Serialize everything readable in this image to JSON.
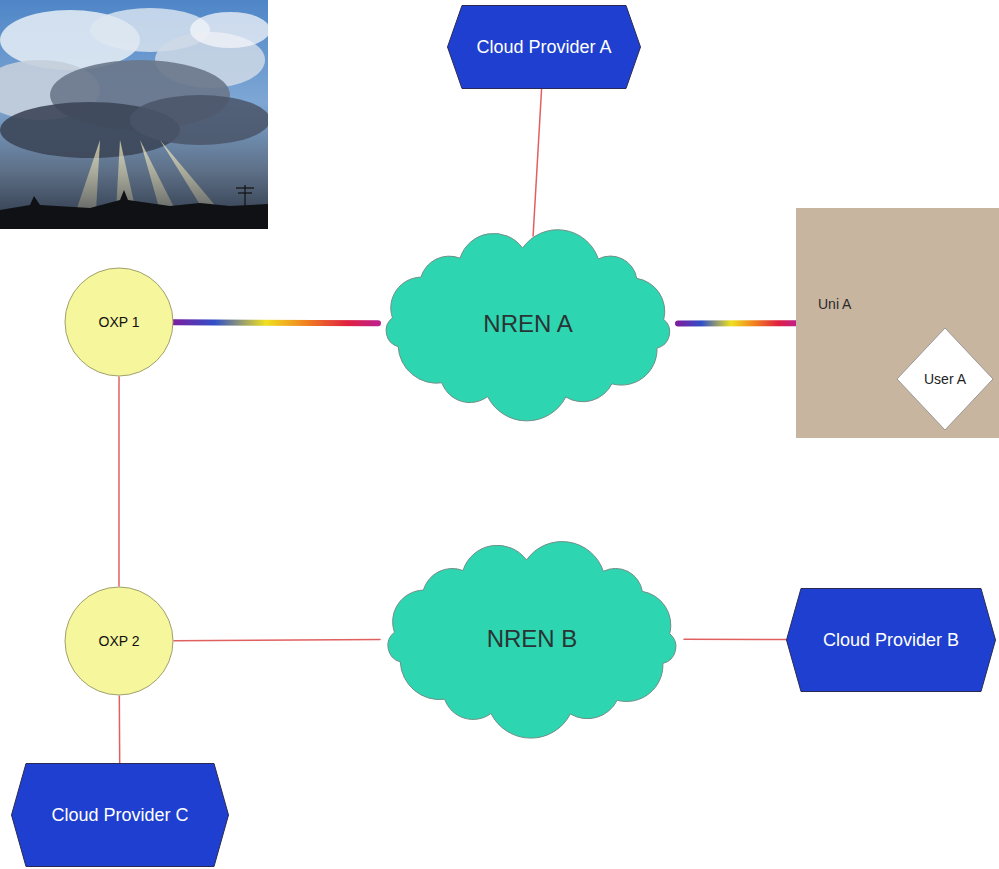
{
  "diagram": {
    "nodes": [
      {
        "text": [
          "Cloud Provider A"
        ]
      },
      {
        "text": [
          "OXP 1"
        ]
      },
      {
        "text": [
          "NREN A"
        ]
      },
      {
        "text": [
          "Uni A"
        ]
      },
      {
        "text": [
          "User A"
        ],
        "in": 3
      },
      {
        "text": [
          "OXP 2"
        ]
      },
      {
        "text": [
          "NREN B"
        ]
      },
      {
        "text": [
          "Cloud Provider B"
        ]
      },
      {
        "text": [
          "Cloud Provider C"
        ]
      }
    ],
    "edges": [
      {
        "from": 0,
        "to": 2,
        "arrow": "none"
      },
      {
        "from": 1,
        "to": 2,
        "arrow": "none"
      },
      {
        "from": 2,
        "to": 3,
        "arrow": "none"
      },
      {
        "from": 1,
        "to": 5,
        "arrow": "none"
      },
      {
        "from": 5,
        "to": 6,
        "arrow": "none"
      },
      {
        "from": 6,
        "to": 7,
        "arrow": "none"
      },
      {
        "from": 5,
        "to": 8,
        "arrow": "none"
      }
    ]
  }
}
